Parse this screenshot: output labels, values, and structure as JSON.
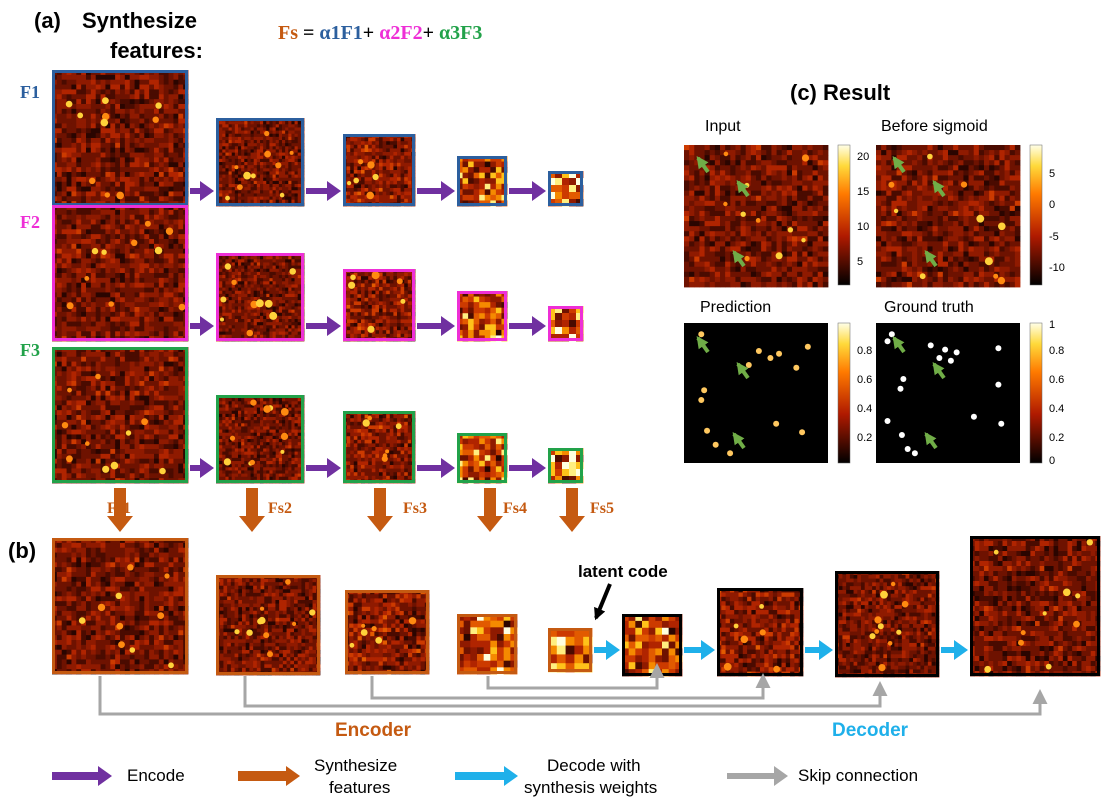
{
  "section_a": {
    "label": "(a)",
    "title_line1": "Synthesize",
    "title_line2": "features:",
    "formula": {
      "lhs": "Fs",
      "eq": "=",
      "t1_coef": "α1",
      "t1_var": "F1",
      "plus1": "+",
      "t2_coef": "α2",
      "t2_var": "F2",
      "plus2": "+",
      "t3_coef": "α3",
      "t3_var": "F3"
    },
    "rows": [
      {
        "label": "F1",
        "color": "#2c5f9e"
      },
      {
        "label": "F2",
        "color": "#ee2fd6"
      },
      {
        "label": "F3",
        "color": "#22a24a"
      }
    ]
  },
  "synth_labels": [
    "Fs1",
    "Fs2",
    "Fs3",
    "Fs4",
    "Fs5"
  ],
  "section_b": {
    "label": "(b)",
    "latent_label": "latent code",
    "encoder_label": "Encoder",
    "decoder_label": "Decoder"
  },
  "section_c": {
    "title": "(c) Result",
    "panels": [
      {
        "title": "Input",
        "ticks": [
          "20",
          "15",
          "10",
          "5"
        ]
      },
      {
        "title": "Before sigmoid",
        "ticks": [
          "5",
          "0",
          "-5",
          "-10"
        ]
      },
      {
        "title": "Prediction",
        "ticks": [
          "0.8",
          "0.6",
          "0.4",
          "0.2"
        ]
      },
      {
        "title": "Ground truth",
        "ticks": [
          "1",
          "0.8",
          "0.6",
          "0.4",
          "0.2",
          "0"
        ]
      }
    ]
  },
  "legend": {
    "encode": "Encode",
    "synth_line1": "Synthesize",
    "synth_line2": "features",
    "decode_line1": "Decode with",
    "decode_line2": "synthesis weights",
    "skip": "Skip connection"
  },
  "colors": {
    "encode_arrow": "#7030a0",
    "synth_arrow": "#c55a11",
    "decode_arrow": "#1fb0ea",
    "skip_arrow": "#a6a6a6",
    "f1": "#2c5f9e",
    "f2": "#ee2fd6",
    "f3": "#22a24a",
    "encoder_text": "#c55a11",
    "decoder_text": "#1fb0ea",
    "green_pointer": "#70ad47"
  }
}
